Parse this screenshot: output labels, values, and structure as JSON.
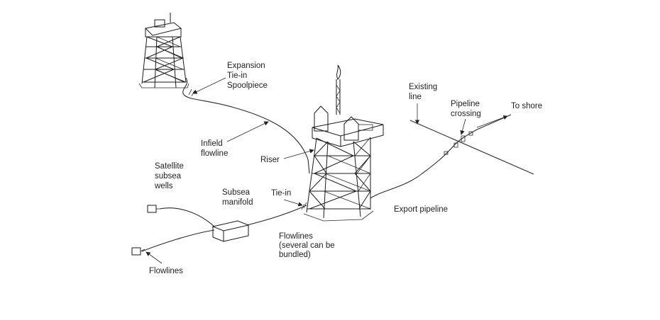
{
  "colors": {
    "ink": "#222222",
    "background": "#ffffff"
  },
  "labels": {
    "expansion": [
      "Expansion",
      "Tie-in",
      "Spoolpiece"
    ],
    "infield": [
      "Infield",
      "flowline"
    ],
    "riser": "Riser",
    "satellite": [
      "Satellite",
      "subsea",
      "wells"
    ],
    "manifold": [
      "Subsea",
      "manifold"
    ],
    "tie_in": "Tie-in",
    "flowlines_bundled": [
      "Flowlines",
      "(several can be",
      "bundled)"
    ],
    "flowlines": "Flowlines",
    "existing_line": [
      "Existing",
      "line"
    ],
    "pipeline_crossing": [
      "Pipeline",
      "crossing"
    ],
    "to_shore": "To shore",
    "export_pipeline": "Export pipeline"
  }
}
